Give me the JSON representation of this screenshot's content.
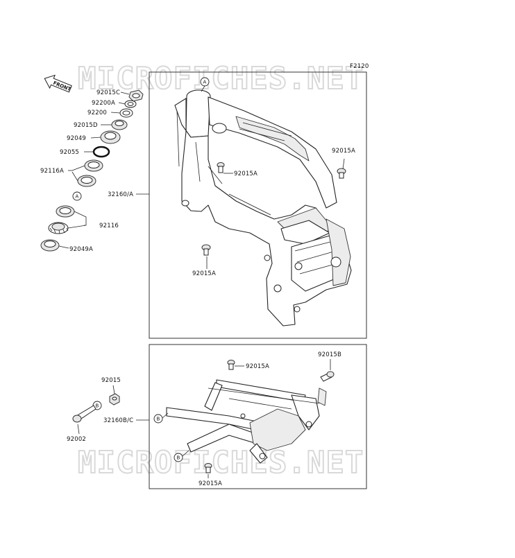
{
  "figure_code": "F2120",
  "watermark": "MICROFICHES.NET",
  "front_arrow": "FRONT",
  "refs": {
    "a": "A",
    "b": "B"
  },
  "labels": {
    "p92015C": "92015C",
    "p92200A": "92200A",
    "p92200": "92200",
    "p92015D": "92015D",
    "p92049": "92049",
    "p92055": "92055",
    "p92116A": "92116A",
    "p32160A": "32160/A",
    "p92116": "92116",
    "p92049A": "92049A",
    "p92015A_right": "92015A",
    "p92015A_mid": "92015A",
    "p92015A_low": "92015A",
    "p92015": "92015",
    "p92002": "92002",
    "p32160BC": "32160B/C",
    "p92015A_sub1": "92015A",
    "p92015B": "92015B",
    "p92015A_sub2": "92015A"
  }
}
